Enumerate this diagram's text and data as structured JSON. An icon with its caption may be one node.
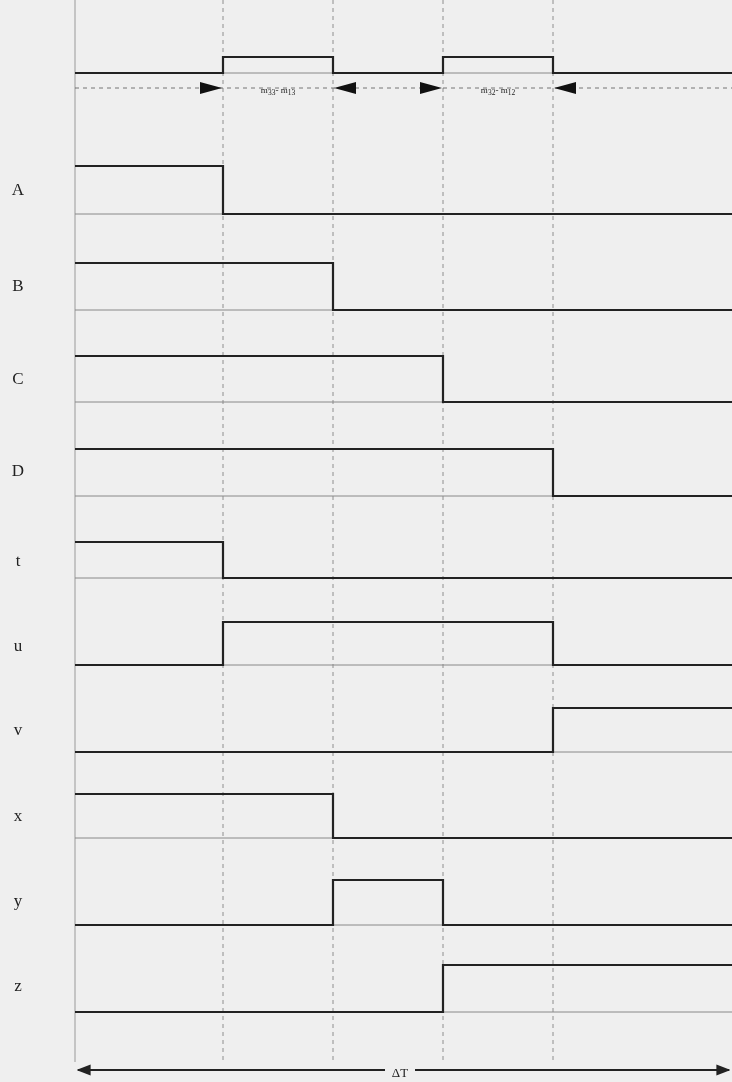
{
  "diagram": {
    "labels": [
      "m$_{33}$- m$_{13}$",
      "m$_{32}$- m$_{12}$",
      "A",
      "B",
      "C",
      "D",
      "t",
      "u",
      "v",
      "x",
      "y",
      "z",
      "ΔT"
    ]
  }
}
